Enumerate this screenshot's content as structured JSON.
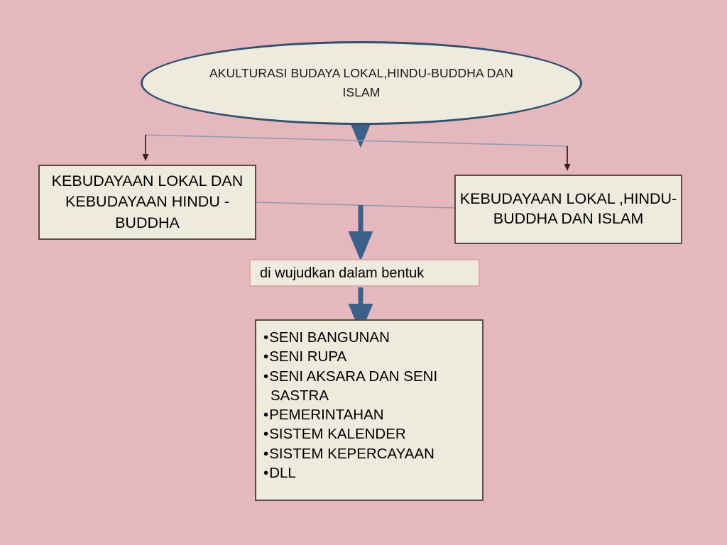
{
  "colors": {
    "background": "#e5b8bd",
    "node_fill": "#edeade",
    "ellipse_border": "#33506f",
    "box_border": "#5d4a44",
    "label_box_border": "#e3a8ad",
    "thick_arrow": "#3c6089",
    "thin_connector": "#8f9cb5",
    "thin_arrow": "#3a2420"
  },
  "diagram": {
    "title_node": {
      "shape": "ellipse",
      "text": "AKULTURASI BUDAYA LOKAL,HINDU-BUDDHA DAN ISLAM"
    },
    "branch_left": {
      "shape": "rectangle",
      "text": "KEBUDAYAAN LOKAL DAN KEBUDAYAAN HINDU - BUDDHA"
    },
    "branch_right": {
      "shape": "rectangle",
      "text": "KEBUDAYAAN LOKAL ,HINDU-BUDDHA DAN ISLAM"
    },
    "connector_label": {
      "shape": "rectangle",
      "text": "di wujudkan dalam bentuk"
    },
    "outcomes_node": {
      "shape": "rectangle",
      "items": [
        "SENI BANGUNAN",
        "SENI RUPA",
        "SENI AKSARA DAN SENI SASTRA",
        "PEMERINTAHAN",
        "SISTEM KALENDER",
        "SISTEM KEPERCAYAAN",
        "DLL"
      ]
    }
  }
}
